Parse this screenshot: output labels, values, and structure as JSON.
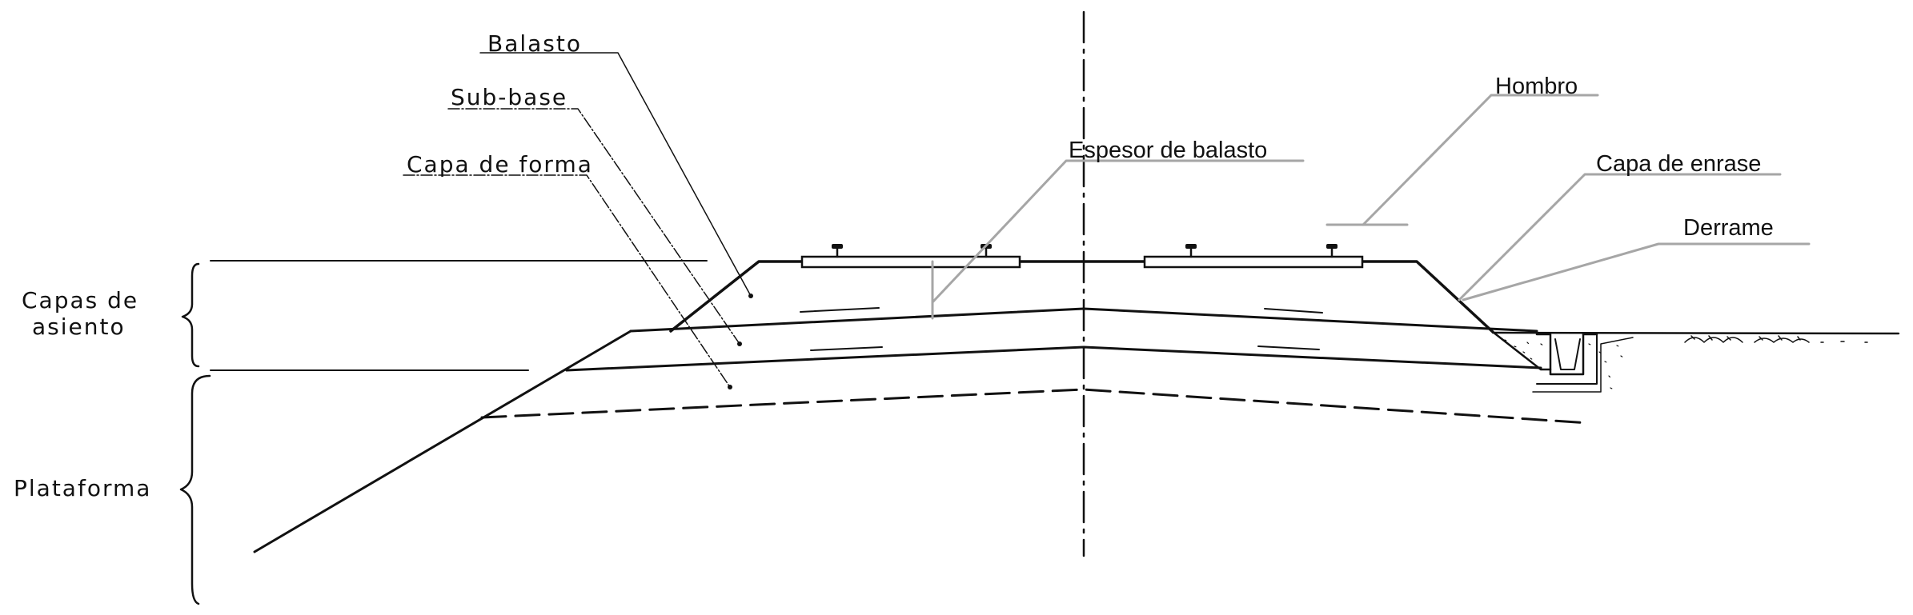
{
  "labels": {
    "balasto": "Balasto",
    "sub_base": "Sub-base",
    "capa_de_forma": "Capa de forma",
    "capas_de_asiento_1": "Capas de",
    "capas_de_asiento_2": "asiento",
    "plataforma": "Plataforma",
    "espesor_de_balasto": "Espesor de balasto",
    "hombro": "Hombro",
    "capa_de_enrase": "Capa de enrase",
    "derrame": "Derrame"
  },
  "colors": {
    "ink": "#111111",
    "leader_gray": "#a6a6a6",
    "background": "#ffffff"
  }
}
